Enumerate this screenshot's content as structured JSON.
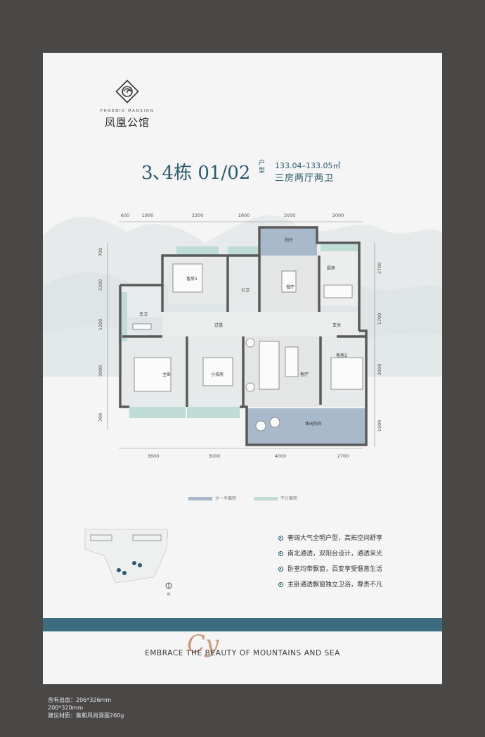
{
  "brand": {
    "name_en": "PHOENIX MANSION",
    "name_cn": "凤凰公馆"
  },
  "title": {
    "main": "3､4栋 01/02",
    "huxing": "户型",
    "area": "133.04–133.05㎡",
    "rooms": "三房两厅两卫"
  },
  "plan": {
    "dims_top": [
      "600",
      "1900",
      "3300",
      "1800",
      "3000",
      "2000"
    ],
    "dims_bottom": [
      "3600",
      "3000",
      "4000",
      "2700"
    ],
    "dims_left": [
      "700",
      "3300",
      "1200",
      "3900",
      "700"
    ],
    "dims_right": [
      "3700",
      "1700",
      "3900",
      "1900"
    ],
    "rooms": {
      "balcony_top": "阳台",
      "bedroom1": "客房1",
      "common_bath": "公卫",
      "dining": "餐厅",
      "kitchen": "厨房",
      "master_bath": "主卫",
      "corridor": "过道",
      "entrance": "玄关",
      "master_bedroom": "主卧",
      "kids_room": "小孩房",
      "living_room": "客厅",
      "bedroom2": "客房2",
      "living_balcony": "休闲阳台"
    }
  },
  "legend": {
    "item1": "计一半面积",
    "item2": "不计面积",
    "color1": "#a9b9cc",
    "color2": "#bfdcd7"
  },
  "keymap": {
    "north": "N"
  },
  "features": [
    "奢阔大气全明户型，高拓空间舒享",
    "南北通透，双阳台设计，通透采光",
    "卧室均带飘窗，百变享受惬意生活",
    "主卧通透飘窗独立卫浴，尊贵不凡"
  ],
  "slogan": "EMBRACE THE BEAUTY OF MOUNTAINS AND SEA",
  "script_text": "Cy",
  "specs": [
    "含有出血：206*326mm",
    "200*320mm",
    "建议材质：集和风尚滑面260g"
  ]
}
